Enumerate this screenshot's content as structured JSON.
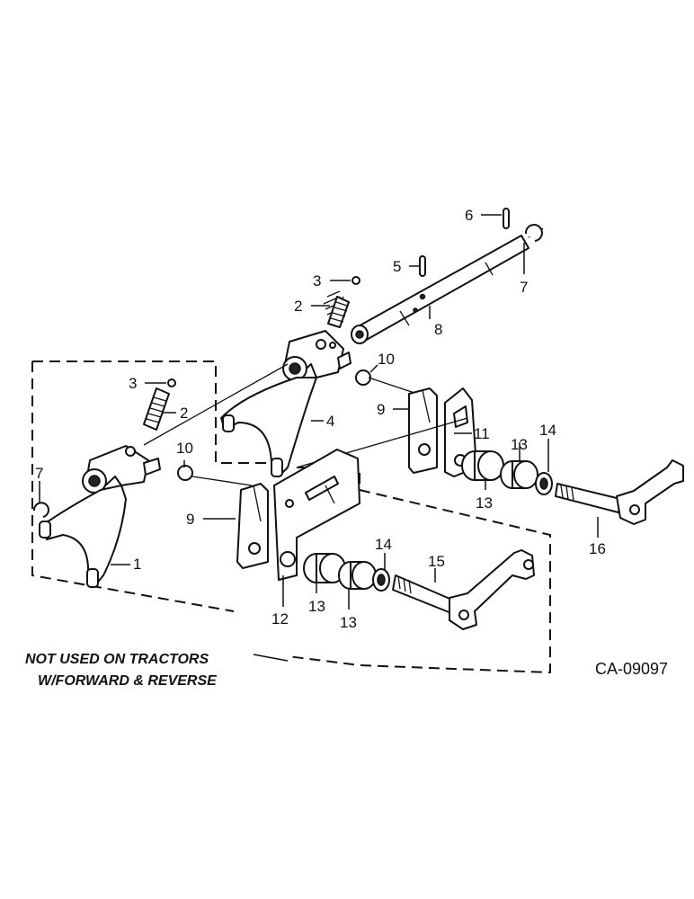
{
  "diagram": {
    "callouts": {
      "c1": "1",
      "c2a": "2",
      "c2b": "2",
      "c3a": "3",
      "c3b": "3",
      "c4": "4",
      "c5": "5",
      "c6": "6",
      "c7a": "7",
      "c7b": "7",
      "c8": "8",
      "c9a": "9",
      "c9b": "9",
      "c10a": "10",
      "c10b": "10",
      "c11": "11",
      "c12": "12",
      "c13a": "13",
      "c13b": "13",
      "c13c": "13",
      "c13d": "13",
      "c14a": "14",
      "c14b": "14",
      "c15": "15",
      "c16": "16"
    },
    "note_line1": "NOT USED ON TRACTORS",
    "note_line2": "W/FORWARD & REVERSE",
    "figure_code": "CA-09097"
  }
}
